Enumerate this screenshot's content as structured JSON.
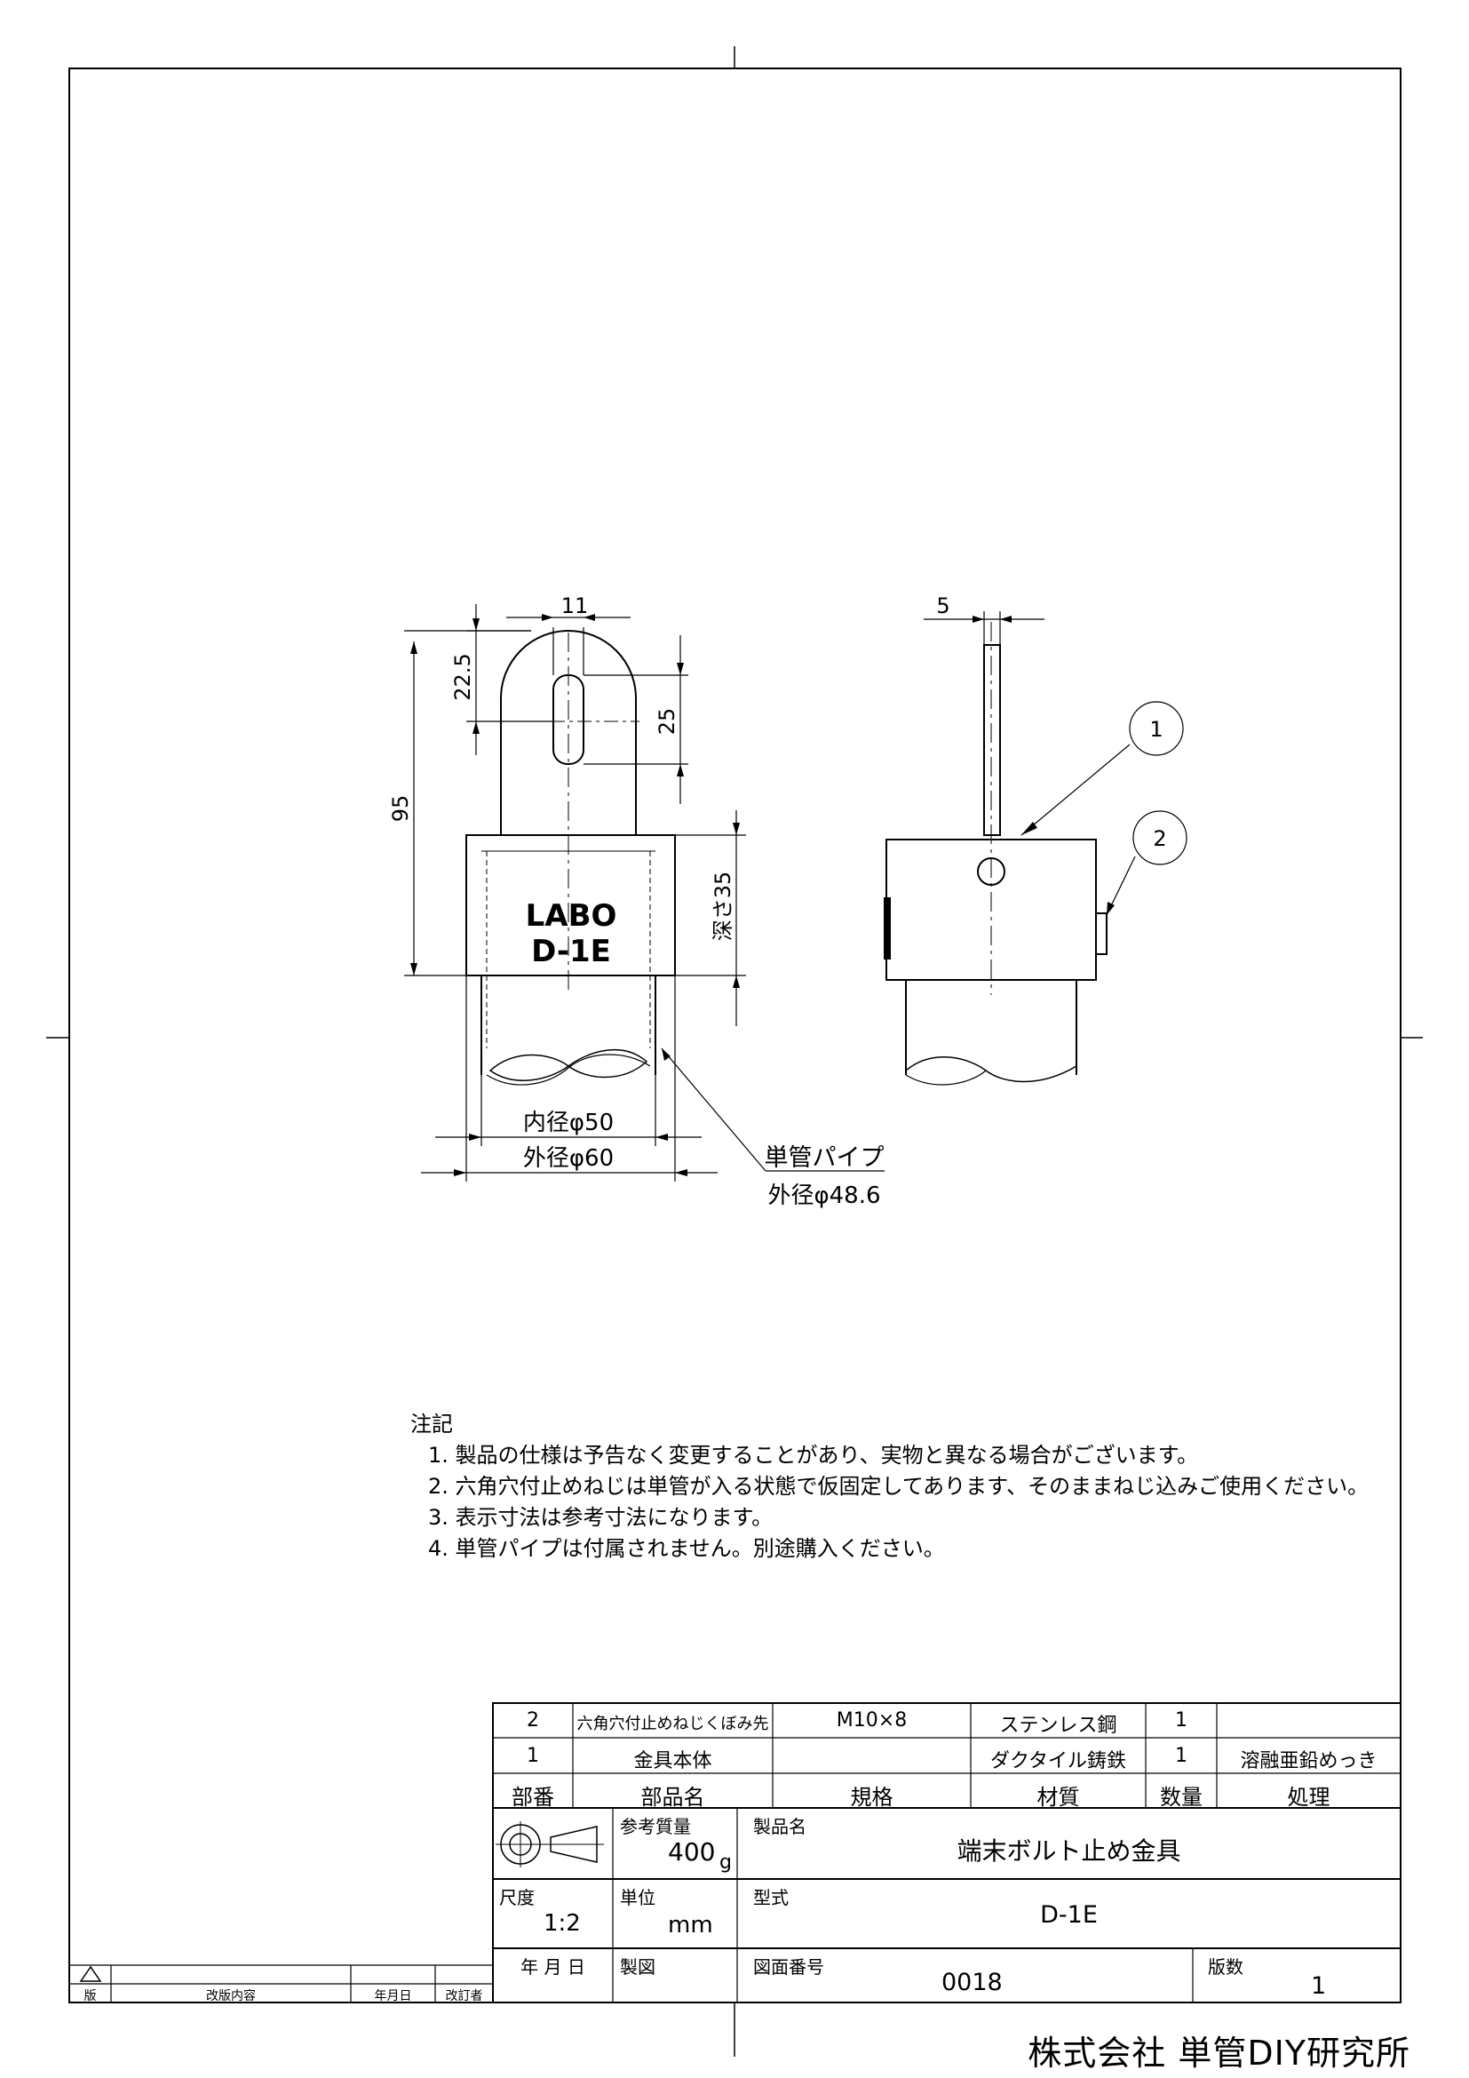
{
  "drawing": {
    "front_view": {
      "engraving": [
        "LABO",
        "D-1E"
      ],
      "dimensions": {
        "slot_width": "11",
        "slot_offset": "22.5",
        "slot_length": "25",
        "total_height": "95",
        "socket_depth": "深さ35",
        "inner_diameter": "内径φ50",
        "outer_diameter": "外径φ60"
      },
      "pipe_callout": [
        "単管パイプ",
        "外径φ48.6"
      ]
    },
    "side_view": {
      "dimensions": {
        "plate_thickness": "5"
      },
      "balloons": [
        "1",
        "2"
      ]
    }
  },
  "notes": {
    "heading": "注記",
    "items": [
      "1. 製品の仕様は予告なく変更することがあり、実物と異なる場合がございます。",
      "2. 六角穴付止めねじは単管が入る状態で仮固定してあります、そのままねじ込みご使用ください。",
      "3. 表示寸法は参考寸法になります。",
      "4. 単管パイプは付属されません。別途購入ください。"
    ]
  },
  "parts_list": {
    "headers": [
      "部番",
      "部品名",
      "規格",
      "材質",
      "数量",
      "処理"
    ],
    "rows": [
      [
        "2",
        "六角穴付止めねじくぼみ先",
        "M10×8",
        "ステンレス鋼",
        "1",
        ""
      ],
      [
        "1",
        "金具本体",
        "",
        "ダクタイル鋳鉄",
        "1",
        "溶融亜鉛めっき"
      ]
    ]
  },
  "title_block": {
    "mass_label": "参考質量",
    "mass_value": "400",
    "mass_unit": "g",
    "product_name_label": "製品名",
    "product_name": "端末ボルト止め金具",
    "scale_label": "尺度",
    "scale_value": "1:2",
    "unit_label": "単位",
    "unit_value": "mm",
    "model_label": "型式",
    "model_value": "D-1E",
    "date_label": "年 月 日",
    "drafter_label": "製図",
    "drawing_no_label": "図面番号",
    "drawing_no": "0018",
    "edition_label": "版数",
    "edition": "1"
  },
  "revision_block": {
    "headers": [
      "版",
      "改版内容",
      "年月日",
      "改訂者"
    ]
  },
  "company": "株式会社 単管DIY研究所"
}
